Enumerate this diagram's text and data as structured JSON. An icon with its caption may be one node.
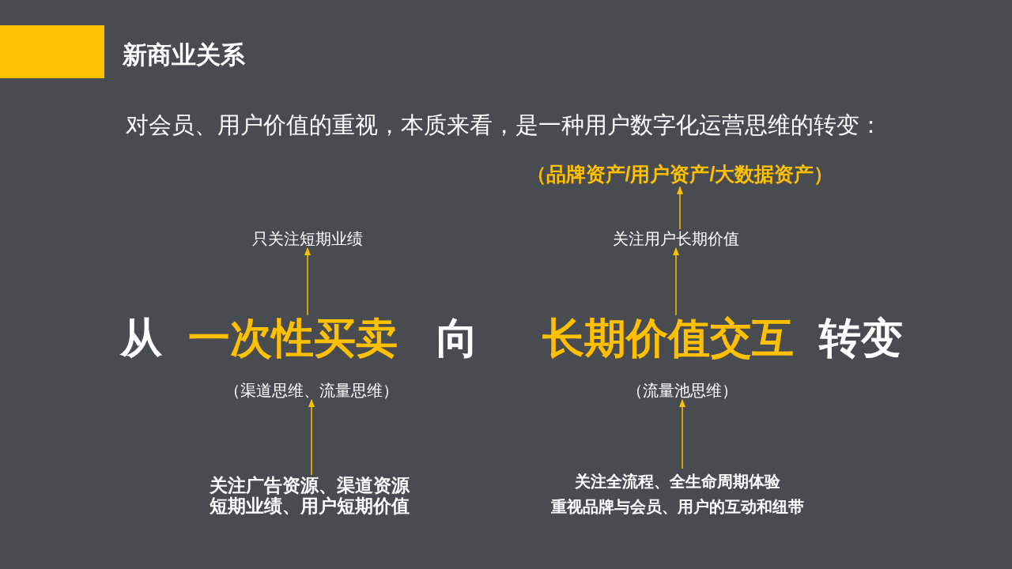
{
  "diagram": {
    "title": "新商业关系",
    "nodes": [
      {
        "text": [
          "（品牌资产/用户资产/大数据资产）"
        ]
      },
      {
        "text": [
          "只关注短期业绩"
        ]
      },
      {
        "text": [
          "关注用户长期价值"
        ]
      },
      {
        "text": [
          "一次性买卖"
        ]
      },
      {
        "text": [
          "长期价值交互"
        ]
      },
      {
        "text": [
          "（渠道思维、流量思维）"
        ]
      },
      {
        "text": [
          "（流量池思维）"
        ]
      },
      {
        "text": [
          "关注广告资源、渠道资源",
          "短期业绩、用户短期价值"
        ]
      },
      {
        "text": [
          "关注全流程、全生命周期体验",
          "重视品牌与会员、用户的互动和纽带"
        ]
      }
    ],
    "edges": [
      {
        "from": 2,
        "to": 0,
        "arrow": "to"
      },
      {
        "from": 3,
        "to": 1,
        "arrow": "to"
      },
      {
        "from": 4,
        "to": 2,
        "arrow": "to"
      },
      {
        "from": 7,
        "to": 5,
        "arrow": "to"
      },
      {
        "from": 8,
        "to": 6,
        "arrow": "to"
      }
    ],
    "labels": [
      "对会员、用户价值的重视，本质来看，是一种用户数字化运营思维的转变：",
      "从",
      "向",
      "转变"
    ]
  }
}
